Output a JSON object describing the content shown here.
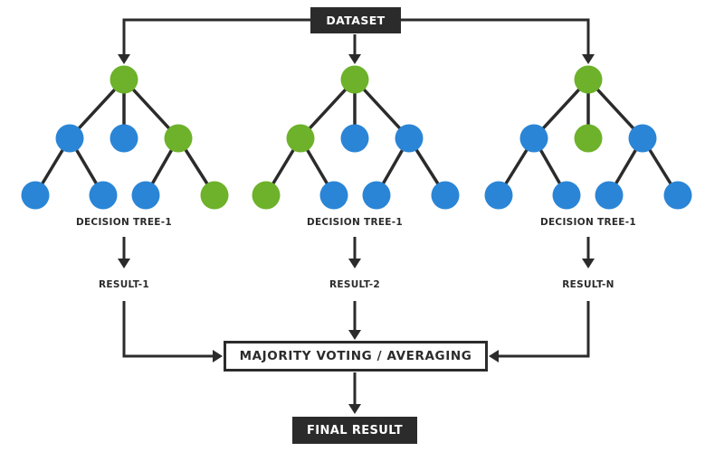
{
  "dataset_label": "DATASET",
  "colors": {
    "line": "#2b2b2b",
    "node_blue": "#2a85d6",
    "node_green": "#6db22a",
    "box_dark": "#2b2b2b"
  },
  "trees": [
    {
      "label": "DECISION TREE-1",
      "result": "RESULT-1",
      "nodes": {
        "root": "green",
        "level1": [
          "blue",
          "blue",
          "green"
        ],
        "level2": [
          "blue",
          "blue",
          "blue",
          "green"
        ]
      }
    },
    {
      "label": "DECISION TREE-1",
      "result": "RESULT-2",
      "nodes": {
        "root": "green",
        "level1": [
          "green",
          "blue",
          "blue"
        ],
        "level2": [
          "green",
          "blue",
          "blue",
          "blue"
        ]
      }
    },
    {
      "label": "DECISION TREE-1",
      "result": "RESULT-N",
      "nodes": {
        "root": "green",
        "level1": [
          "blue",
          "green",
          "blue"
        ],
        "level2": [
          "blue",
          "blue",
          "blue",
          "blue"
        ]
      }
    }
  ],
  "aggregation_label": "MAJORITY VOTING / AVERAGING",
  "final_label": "FINAL RESULT"
}
